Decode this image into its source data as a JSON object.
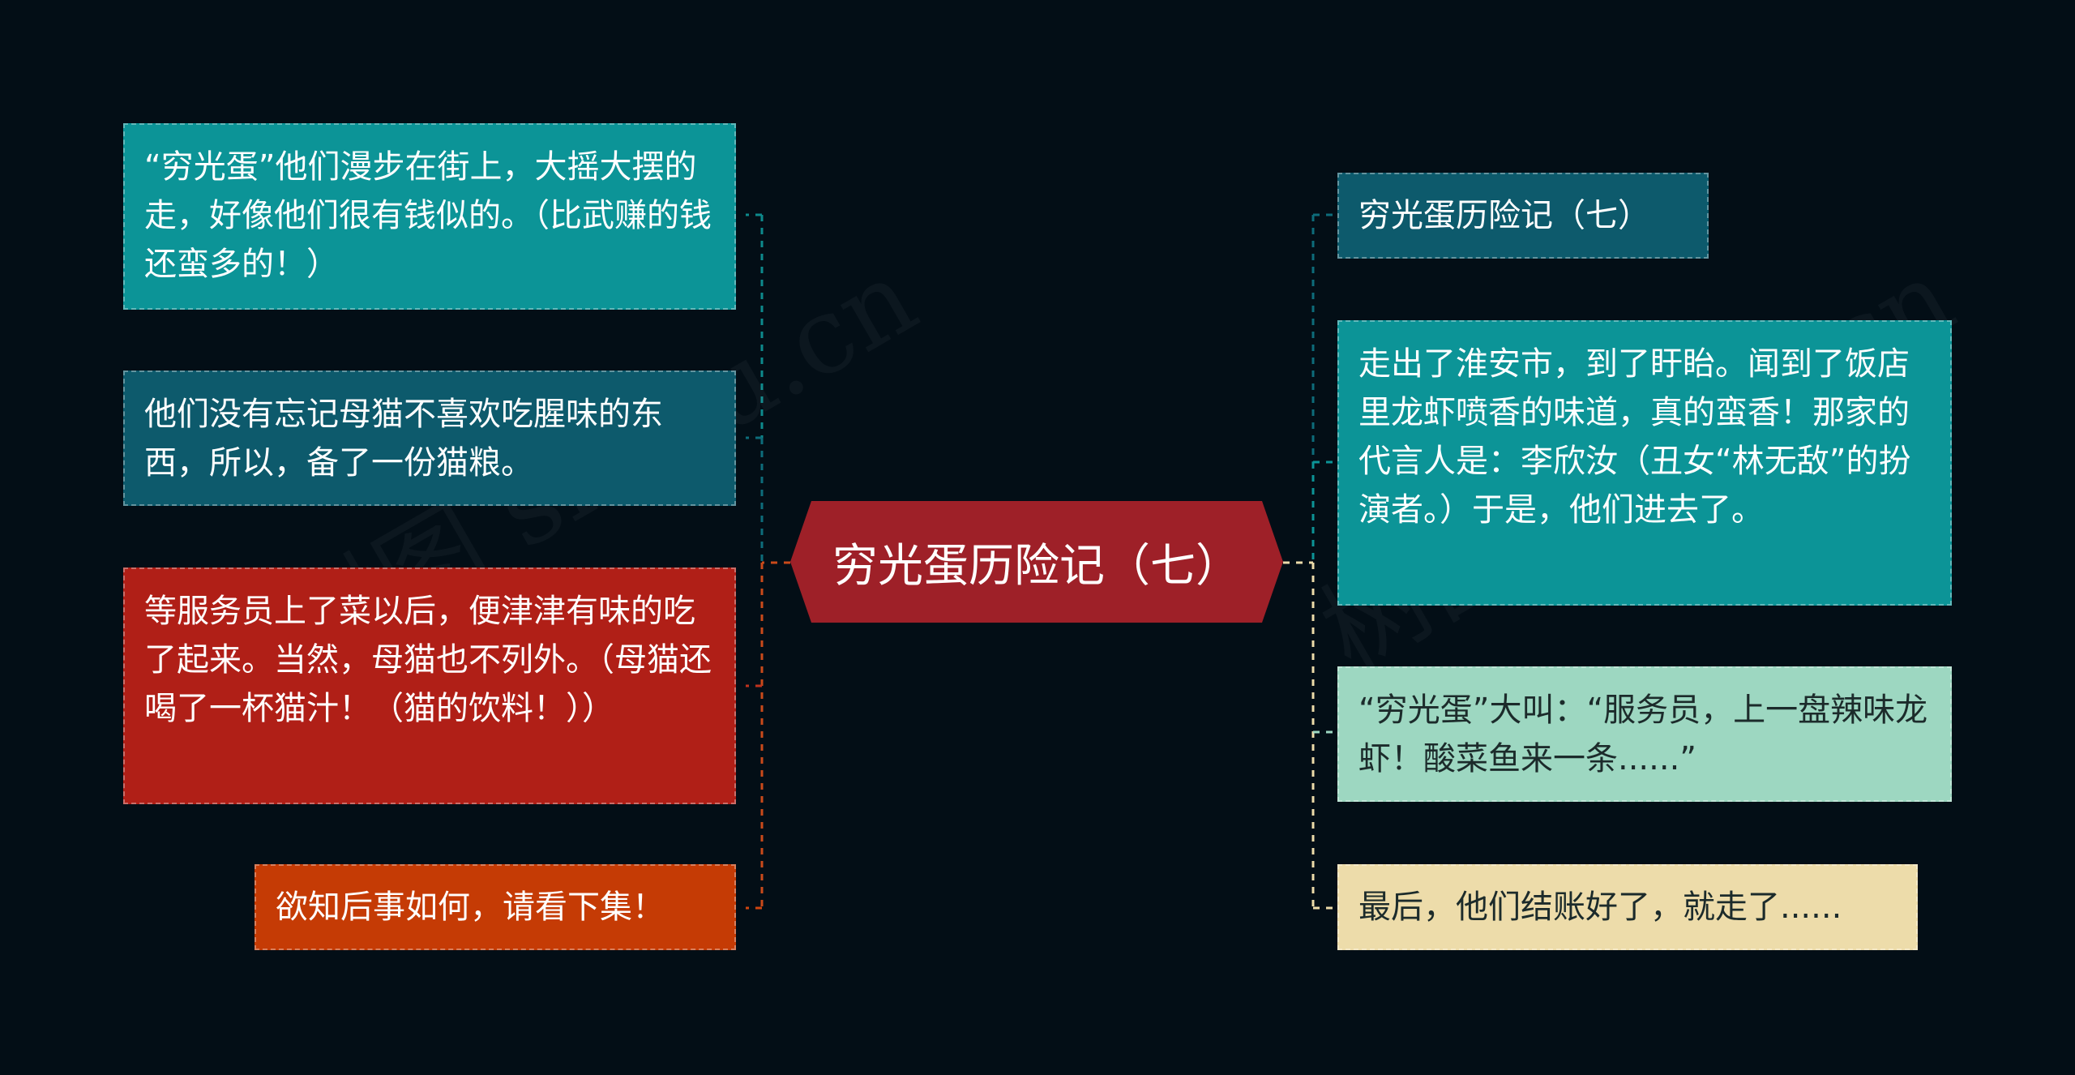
{
  "root": {
    "label": "穷光蛋历险记（七）",
    "color": "#9e2028"
  },
  "left_nodes": [
    {
      "text": "“穷光蛋”他们漫步在街上，大摇大摆的走，好像他们很有钱似的。（比武赚的钱还蛮多的！）",
      "color": "#0c9497"
    },
    {
      "text": "他们没有忘记母猫不喜欢吃腥味的东西，所以，备了一份猫粮。",
      "color": "#0d5a6c"
    },
    {
      "text": "等服务员上了菜以后，便津津有味的吃了起来。当然，母猫也不列外。（母猫还喝了一杯猫汁！（猫的饮料！））",
      "color": "#b01f17"
    },
    {
      "text": "欲知后事如何，请看下集！",
      "color": "#c53b05"
    }
  ],
  "right_nodes": [
    {
      "text": "穷光蛋历险记（七）",
      "color": "#0d5a6c"
    },
    {
      "text": "走出了淮安市，到了盱眙。闻到了饭店里龙虾喷香的味道，真的蛮香！那家的代言人是：李欣汝（丑女“林无敌”的扮演者。）于是，他们进去了。",
      "color": "#0c9497"
    },
    {
      "text": "“穷光蛋”大叫：“服务员，上一盘辣味龙虾！酸菜鱼来一条......”",
      "color": "#9dd7c1"
    },
    {
      "text": "最后，他们结账好了，就走了......",
      "color": "#eddcaa"
    }
  ],
  "watermark": "树图 shutu.cn"
}
